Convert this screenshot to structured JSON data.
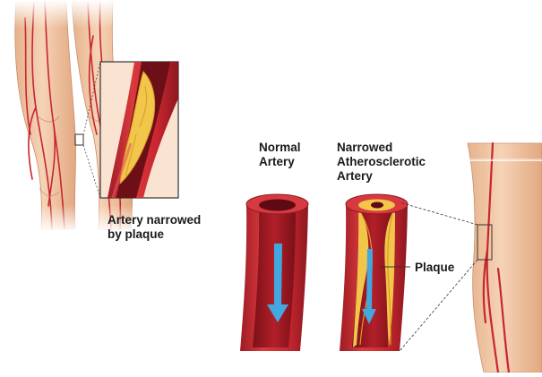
{
  "labels": {
    "narrowed_by_plaque": [
      "Artery narrowed",
      "by plaque"
    ],
    "normal_artery": [
      "Normal",
      "Artery"
    ],
    "narrowed_artery": [
      "Narrowed",
      "Atherosclerotic",
      "Artery"
    ],
    "plaque": "Plaque"
  },
  "colors": {
    "skin": "#f2c9a6",
    "skin_shadow": "#dba57f",
    "artery": "#c7262f",
    "artery_dark": "#8e1a22",
    "artery_inner": "#e0474a",
    "plaque": "#f1c64a",
    "plaque_dark": "#d89c24",
    "flow_arrow": "#43a7e0",
    "callout": "#333333"
  }
}
